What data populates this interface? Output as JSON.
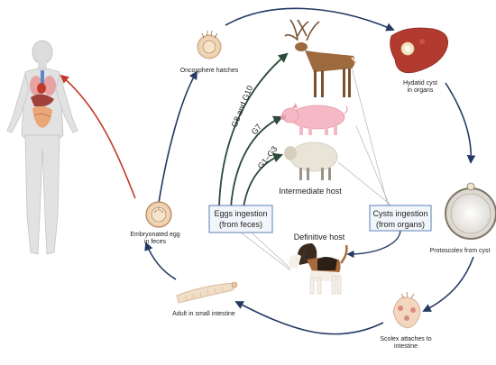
{
  "labels": {
    "oncosphere": "Oncosphere hatches",
    "hydatid_line1": "Hydatid cyst",
    "hydatid_line2": "in organs",
    "protoscolex": "Protoscolex from cyst",
    "scolex_line1": "Scolex attaches to",
    "scolex_line2": "intestine",
    "adult": "Adult in small intestine",
    "egg_line1": "Embryonated egg",
    "egg_line2": "in feces",
    "intermediate_host": "Intermediate host",
    "definitive_host": "Definitive host",
    "g8g10": "G8 and G10",
    "g7": "G7",
    "g1g3": "G1–G3"
  },
  "boxes": {
    "eggs_line1": "Eggs ingestion",
    "eggs_line2": "(from feces)",
    "cysts_line1": "Cysts ingestion",
    "cysts_line2": "(from organs)"
  },
  "colors": {
    "cycle_arrow": "#243a63",
    "human_arrow": "#c0392b",
    "strain_arrow": "#2b4a3a",
    "box_border": "#5a7fb5",
    "box_fill": "#f2f6fb",
    "pig": "#f4b9c4",
    "sheep": "#e9e4d8",
    "deer": "#9c6a3c",
    "liver": "#b33a2e"
  },
  "icons": {
    "human": "human-body-icon",
    "oncosphere": "oncosphere-icon",
    "deer": "deer-icon",
    "pig": "pig-icon",
    "sheep": "sheep-icon",
    "dog": "dog-icon",
    "liver": "liver-cyst-icon",
    "protoscolex": "protoscolex-icon",
    "scolex": "scolex-icon",
    "worm": "adult-worm-icon",
    "egg": "egg-icon"
  }
}
